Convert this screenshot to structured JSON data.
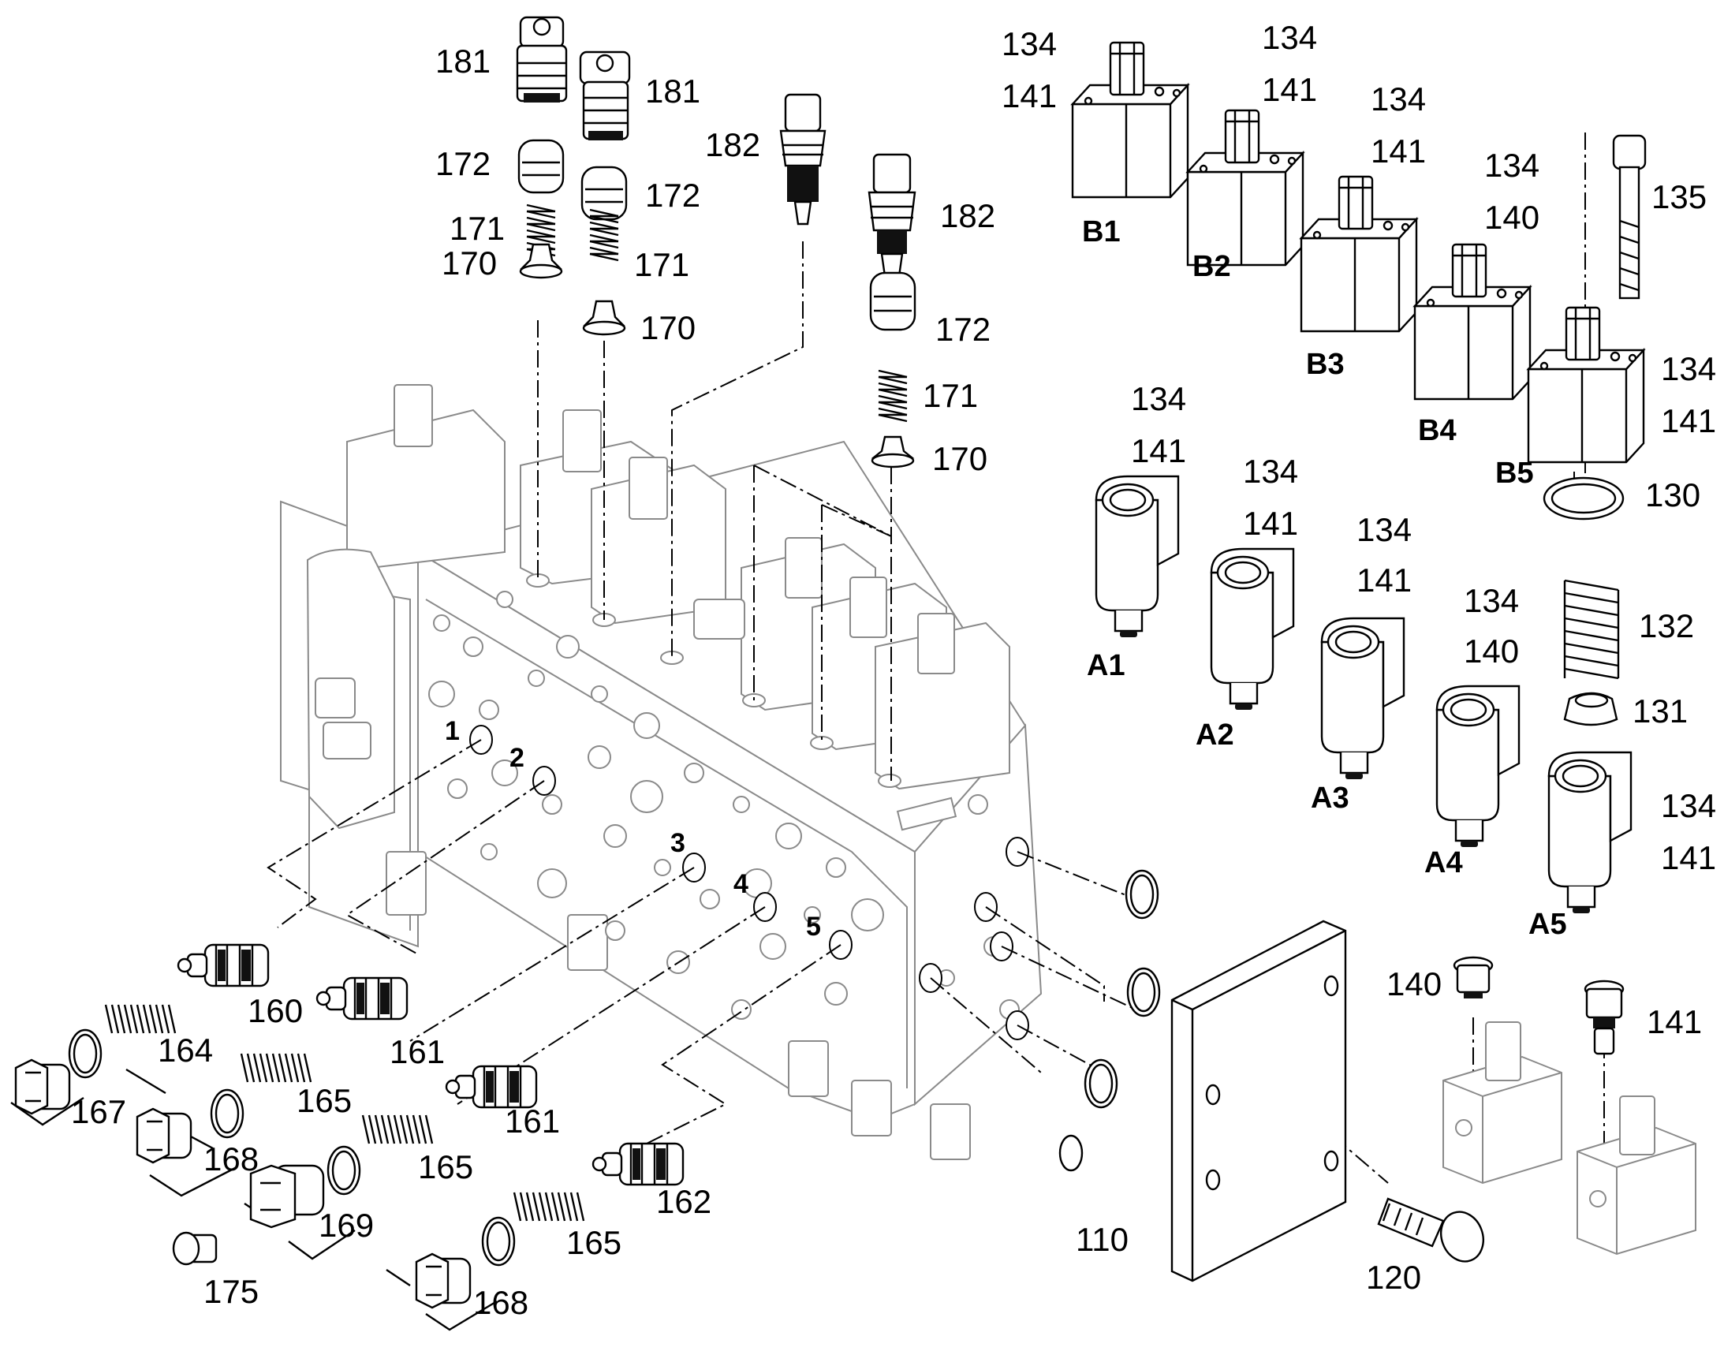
{
  "labels": {
    "l181a": "181",
    "l181b": "181",
    "l182a": "182",
    "l182b": "182",
    "l172a": "172",
    "l172b": "172",
    "l172c": "172",
    "l171a": "171",
    "l171b": "171",
    "l171c": "171",
    "l170a": "170",
    "l170b": "170",
    "l170c": "170",
    "b1_134": "134",
    "b1_141": "141",
    "b2_134": "134",
    "b2_141": "141",
    "b3_134": "134",
    "b3_141": "141",
    "b4_134": "134",
    "b4_140": "140",
    "b5_134": "134",
    "b5_141": "141",
    "l135": "135",
    "l130": "130",
    "l132": "132",
    "l131": "131",
    "a1_134": "134",
    "a1_141": "141",
    "a2_134": "134",
    "a2_141": "141",
    "a3_134": "134",
    "a3_141": "141",
    "a4_134": "134",
    "a4_140": "140",
    "a5_134": "134",
    "a5_141": "141",
    "B1": "B1",
    "B2": "B2",
    "B3": "B3",
    "B4": "B4",
    "B5": "B5",
    "A1": "A1",
    "A2": "A2",
    "A3": "A3",
    "A4": "A4",
    "A5": "A5",
    "p1": "1",
    "p2": "2",
    "p3": "3",
    "p4": "4",
    "p5": "5",
    "l160": "160",
    "l161a": "161",
    "l161b": "161",
    "l162": "162",
    "l164": "164",
    "l165a": "165",
    "l165b": "165",
    "l165c": "165",
    "l167": "167",
    "l168a": "168",
    "l168b": "168",
    "l169": "169",
    "l175": "175",
    "l110": "110",
    "l120": "120",
    "l140": "140",
    "l141": "141"
  }
}
